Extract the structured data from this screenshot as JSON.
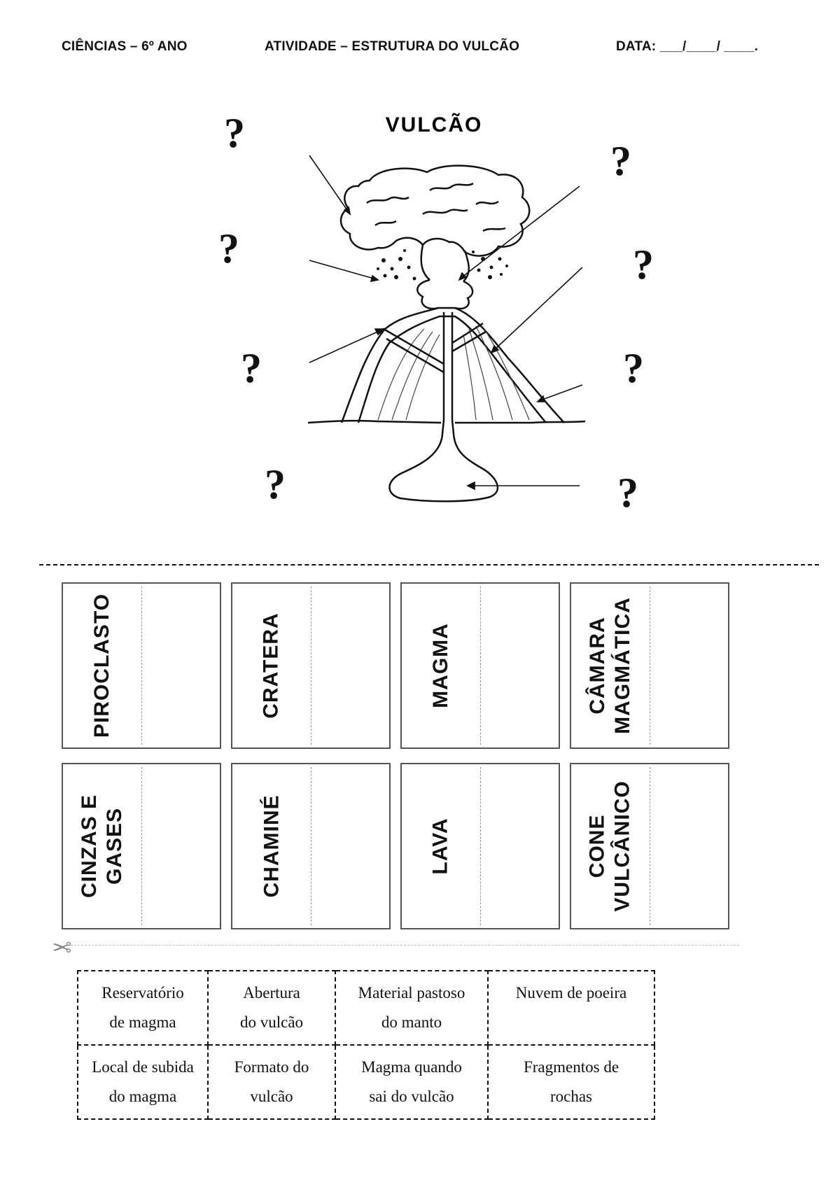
{
  "header": {
    "subject": "CIÊNCIAS – 6º ANO",
    "activity": "ATIVIDADE – ESTRUTURA DO VULCÃO",
    "date": "DATA: ___/____/ ____."
  },
  "diagram": {
    "title": "VULCÃO",
    "question_mark": "?"
  },
  "cards": [
    {
      "label": "PIROCLASTO"
    },
    {
      "label": "CRATERA"
    },
    {
      "label": "MAGMA"
    },
    {
      "label": "CÂMARA\nMAGMÁTICA"
    },
    {
      "label": "CINZAS E\nGASES"
    },
    {
      "label": "CHAMINÉ"
    },
    {
      "label": "LAVA"
    },
    {
      "label": "CONE\nVULCÂNICO"
    }
  ],
  "definitions": [
    [
      "Reservatório\nde  magma",
      "Abertura\ndo vulcão",
      "Material pastoso\ndo manto",
      "Nuvem de poeira"
    ],
    [
      "Local de subida\ndo magma",
      "Formato do\nvulcão",
      "Magma quando\nsai do vulcão",
      "Fragmentos de\nrochas"
    ]
  ]
}
